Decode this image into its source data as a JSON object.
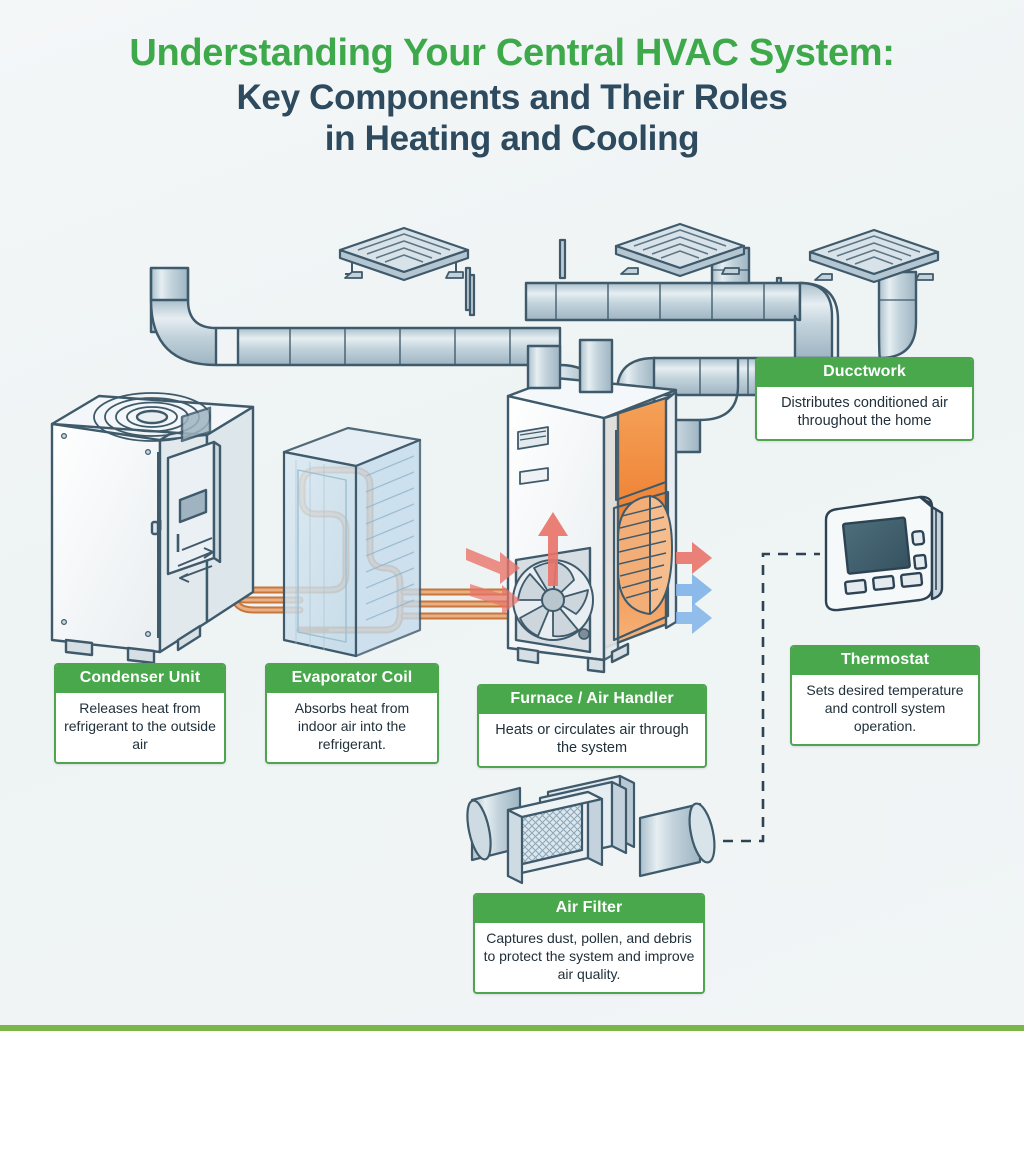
{
  "title": {
    "line1": "Understanding Your Central HVAC System:",
    "line2": "Key Components and Their Roles",
    "line3": "in Heating and Cooling"
  },
  "colors": {
    "title_green": "#3ea94a",
    "title_navy": "#2d4a5e",
    "card_header_green": "#49a84c",
    "card_border_green": "#4ea44f",
    "divider_green": "#7ab648",
    "background": "#f0f4f5",
    "duct_metal": "#c3d2da",
    "duct_outline": "#3f5a6b",
    "copper": "#c8763c",
    "heat_orange": "#f08a3c",
    "arrow_red": "#e8746a",
    "arrow_blue": "#7fb3e8",
    "coil_blue": "#cfe2ee",
    "thermostat_screen": "#41616f"
  },
  "cards": [
    {
      "id": "condenser",
      "heading": "Condenser Unit",
      "body": "Releases heat from refrigerant to the outside air"
    },
    {
      "id": "evaporator",
      "heading": "Evaporator Coil",
      "body": "Absorbs heat from indoor air into the refrigerant."
    },
    {
      "id": "furnace",
      "heading": "Furnace / Air Handler",
      "body": "Heats or circulates air through the system"
    },
    {
      "id": "ductwork",
      "heading": "Ducctwork",
      "body": "Distributes conditioned air throughout the home"
    },
    {
      "id": "thermostat",
      "heading": "Thermostat",
      "body": "Sets desired temperature and controll system operation."
    },
    {
      "id": "airfilter",
      "heading": "Air Filter",
      "body": "Captures dust, pollen, and debris to protect the system and improve air quality."
    }
  ],
  "diagram": {
    "components": [
      "condenser-unit",
      "evaporator-coil",
      "furnace-air-handler",
      "ductwork",
      "ceiling-register",
      "air-filter",
      "thermostat"
    ],
    "connections": [
      "copper refrigerant lines: condenser -> evaporator coil -> furnace",
      "supply ductwork: furnace -> ceiling registers",
      "dashed control wire: air filter area -> thermostat"
    ],
    "airflow_arrows": {
      "warm_red": 4,
      "cool_blue": 2,
      "vertical_red": 1
    },
    "ceiling_registers": 3
  }
}
